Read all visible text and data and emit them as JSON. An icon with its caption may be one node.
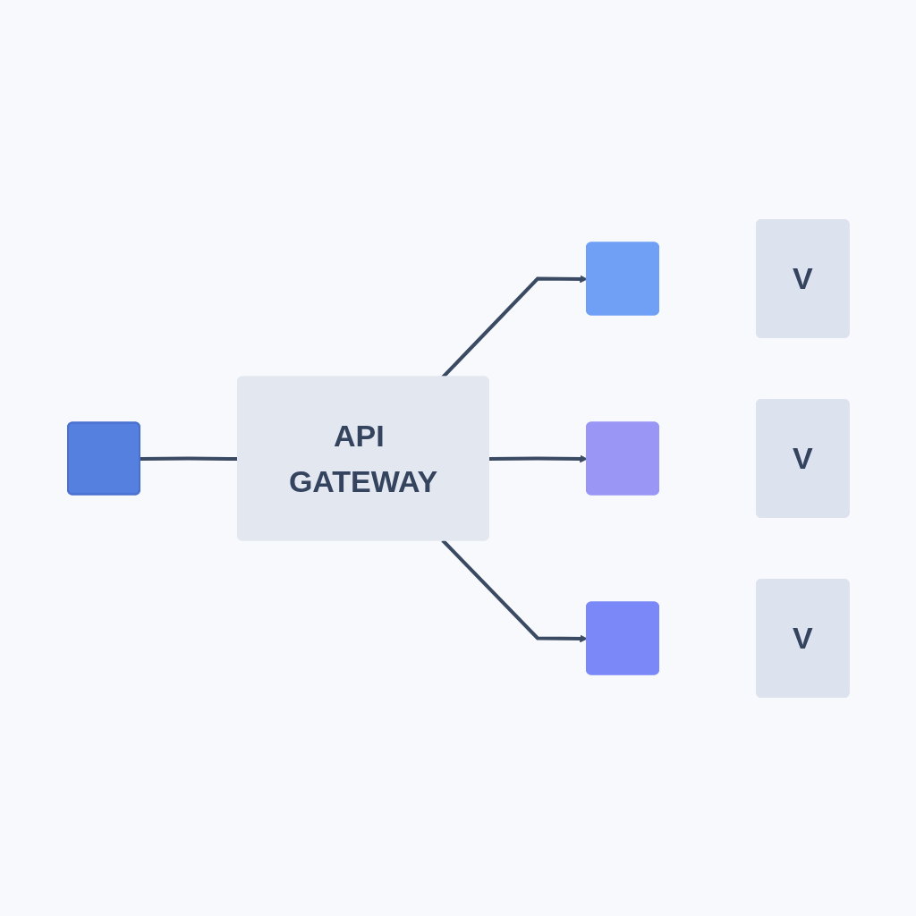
{
  "diagram": {
    "nodes": [
      {
        "text": [],
        "shape": "box"
      },
      {
        "text": [
          "API GATEWAY"
        ]
      },
      {
        "text": [],
        "shape": "box"
      },
      {
        "text": [],
        "shape": "box"
      },
      {
        "text": [],
        "shape": "box"
      },
      {
        "text": [
          "V"
        ]
      },
      {
        "text": [
          "V"
        ]
      },
      {
        "text": [
          "V"
        ]
      }
    ],
    "edges": [
      {
        "from": 0,
        "to": 1,
        "arrow": "none"
      },
      {
        "from": 1,
        "to": 2,
        "arrow": "to"
      },
      {
        "from": 1,
        "to": 3,
        "arrow": "to"
      },
      {
        "from": 1,
        "to": 4,
        "arrow": "to"
      }
    ]
  }
}
